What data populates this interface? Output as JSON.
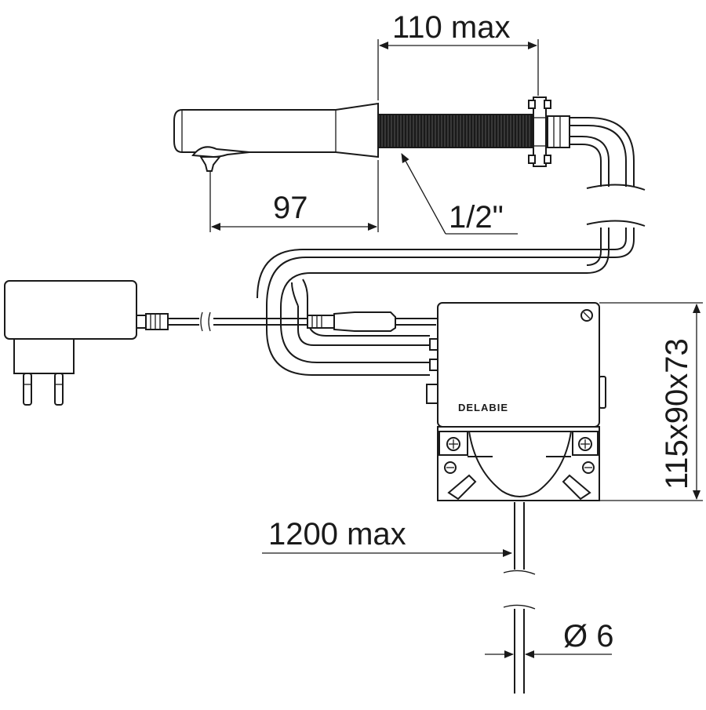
{
  "dimensions": {
    "spout_projection": "110 max",
    "spout_body_length": "97",
    "thread_size": "1/2\"",
    "box_size": "115x90x73",
    "cable_length": "1200 max",
    "cable_diameter": "Ø 6"
  },
  "brand": "DELABIE",
  "colors": {
    "line": "#1a1a1a",
    "background": "#ffffff"
  }
}
